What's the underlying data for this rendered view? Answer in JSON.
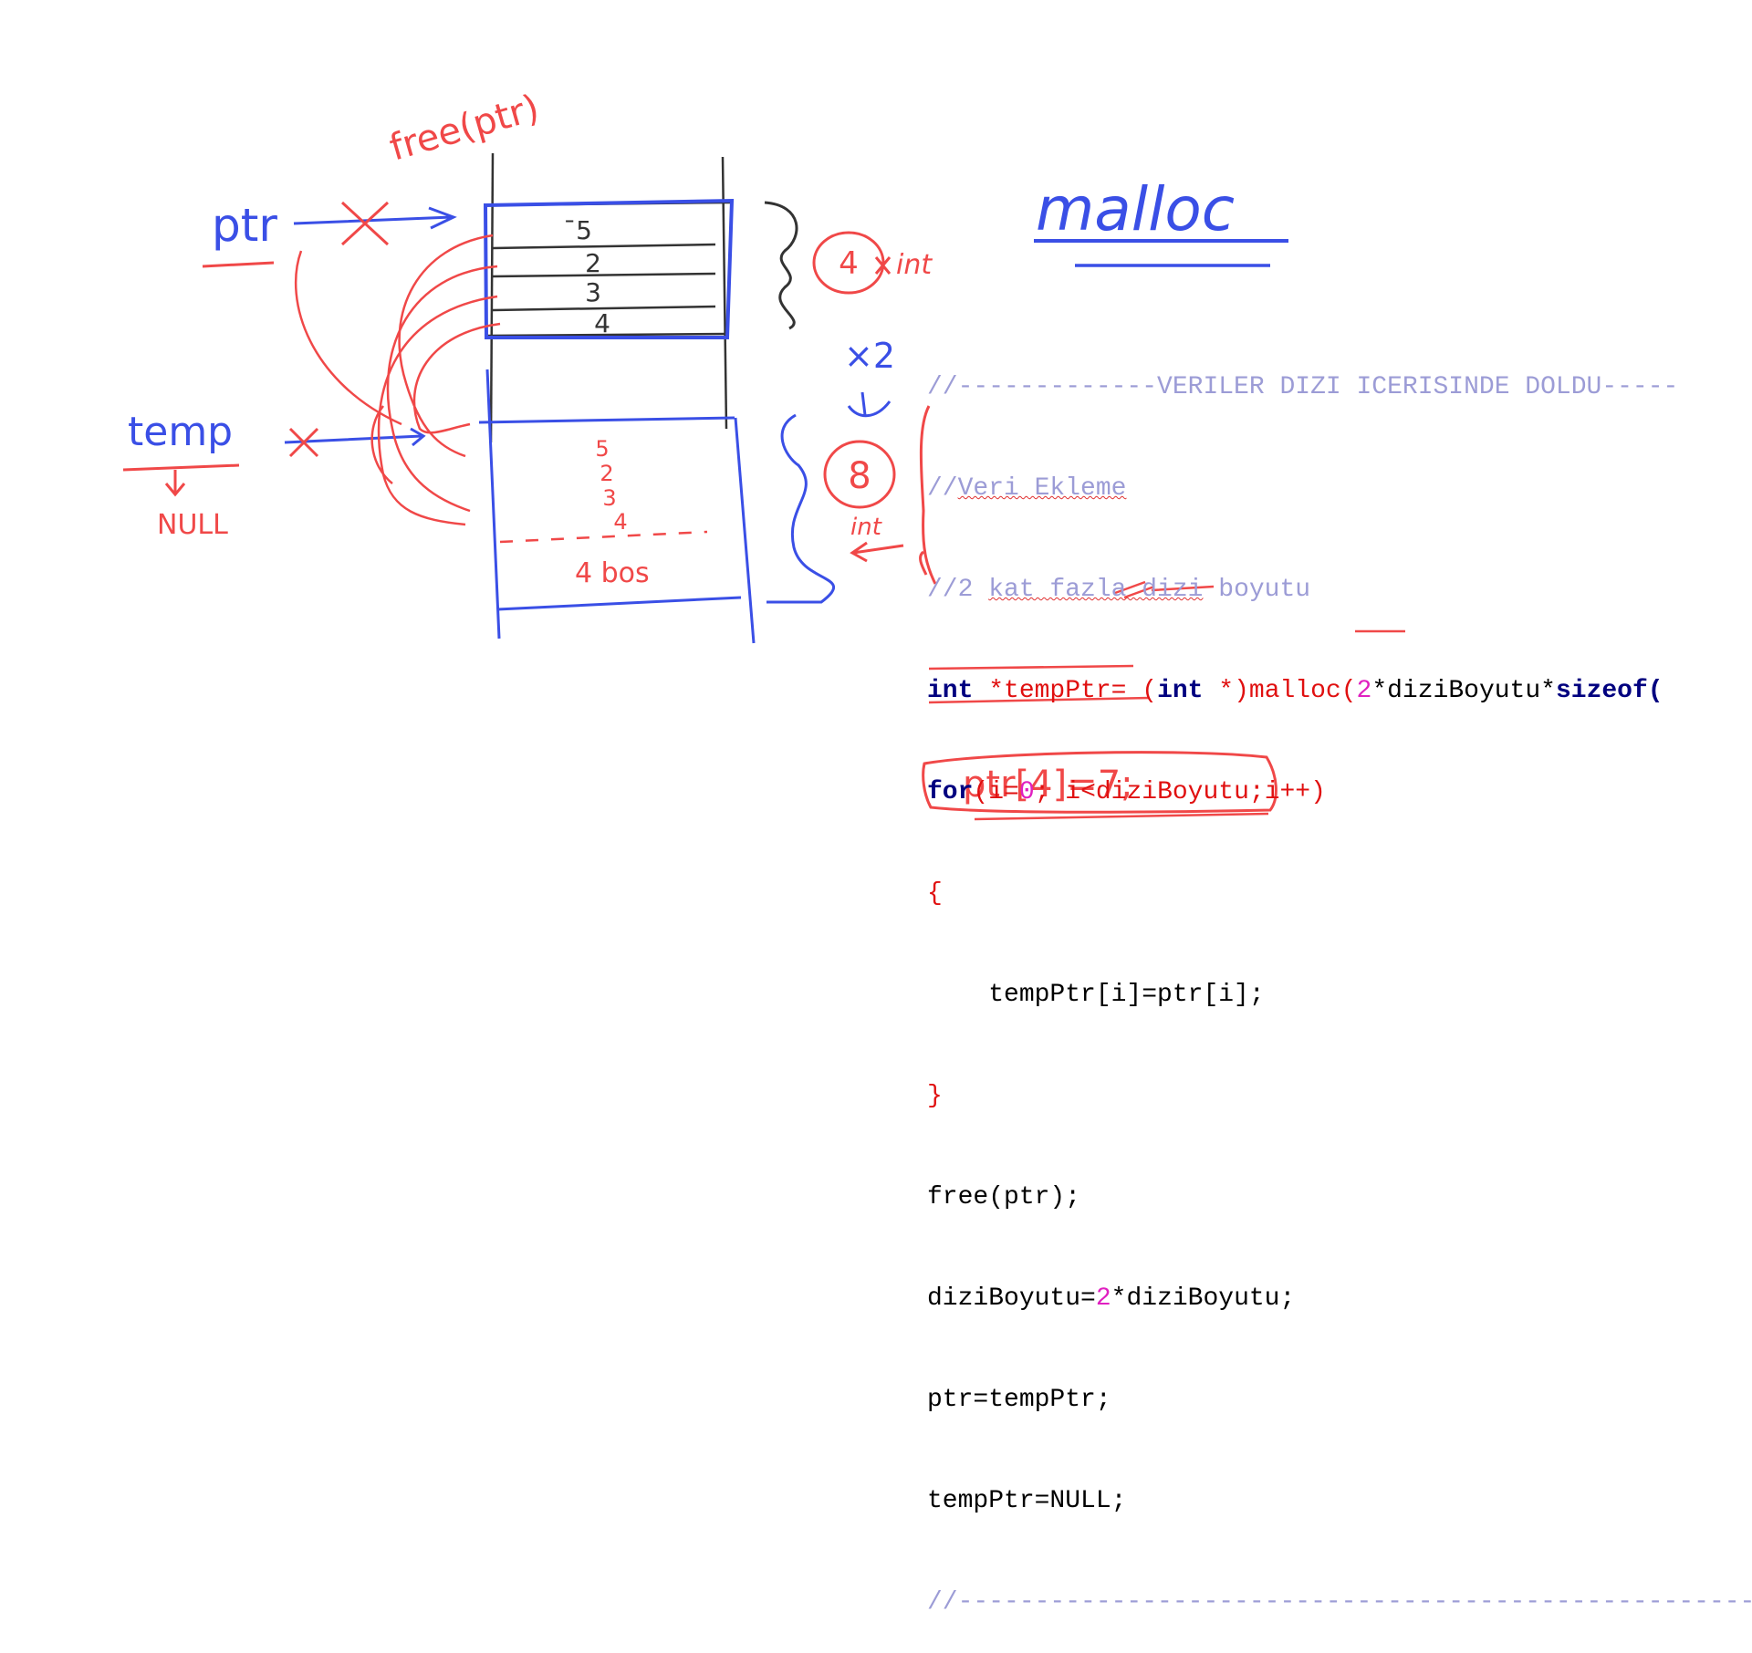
{
  "colors": {
    "ink_red": "#f04848",
    "ink_blue": "#3a4fe6",
    "ink_black": "#333333"
  },
  "handwriting": {
    "title": "malloc",
    "free_call": "free(ptr)",
    "ptr_label": "ptr",
    "temp_label": "temp",
    "null_label": "NULL",
    "cells": [
      "̄5",
      "2",
      "3",
      "4"
    ],
    "new_values": [
      "5",
      "2",
      "3",
      "4"
    ],
    "empty_note": "4 bos",
    "count_old": "4",
    "count_new": "8",
    "int_label": "int",
    "times_two": "×2",
    "bottom_note": "ptr[4]=7;"
  },
  "code": {
    "comment_header": "//-------------VERILER DIZI ICERISINDE DOLDU-----",
    "comment_veri_prefix": "//",
    "comment_veri": "Veri Ekleme",
    "comment_kat_prefix": "//2 ",
    "comment_kat": "kat fazla dizi",
    "comment_kat_suffix": " boyutu",
    "line_int": [
      "int",
      " *tempPtr= (",
      "int",
      " *)malloc(",
      "2",
      "*diziBoyutu*",
      "sizeof("
    ],
    "line_for": [
      "for",
      "(i=",
      "0",
      "; i<diziBoyutu;i++)"
    ],
    "brace_open": "{",
    "line_assign": "    tempPtr[i]=ptr[i];",
    "brace_close": "}",
    "line_free": "free(ptr);",
    "line_dizi": [
      "diziBoyutu=",
      "2",
      "*diziBoyutu;"
    ],
    "line_ptr": "ptr=tempPtr;",
    "line_null": "tempPtr=NULL;",
    "comment_footer": "//---------------------------------------------------------"
  }
}
